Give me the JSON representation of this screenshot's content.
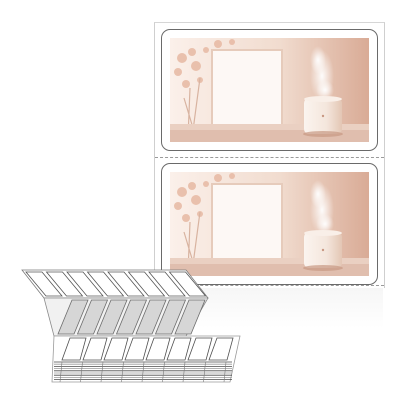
{
  "product": {
    "type": "fanfold thermal labels",
    "icons": [
      "humidifier-photo",
      "fanfold-label-stack"
    ],
    "colors": {
      "label_border": "#6a6a6a",
      "photo_warm": "#e8c8b4",
      "photo_deep": "#c9977f",
      "humidifier_body": "#f7efe8",
      "stack_shadow": "#cfcfcf"
    }
  },
  "labels": [
    {
      "image": "humidifier-with-mist"
    },
    {
      "image": "humidifier-with-mist"
    }
  ]
}
